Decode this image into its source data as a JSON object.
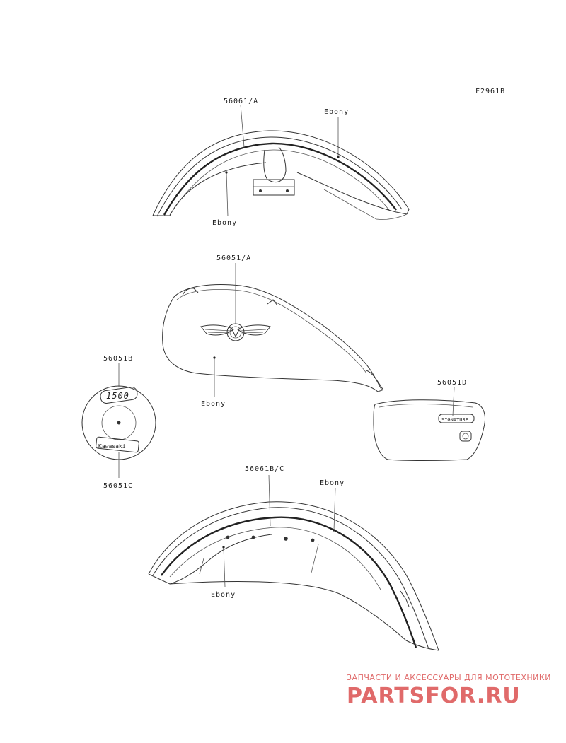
{
  "figure_code": "F2961B",
  "labels": {
    "front_fender_part": "56061/A",
    "front_fender_color_top": "Ebony",
    "front_fender_color_bottom": "Ebony",
    "tank_part": "56051/A",
    "tank_color": "Ebony",
    "emblem_part_top": "56051B",
    "emblem_part_bottom": "56051C",
    "side_cover_part": "56051D",
    "rear_fender_part": "56061B/C",
    "rear_fender_color_top": "Ebony",
    "rear_fender_color_bottom": "Ebony"
  },
  "emblem_text": {
    "top": "1500",
    "bottom": "Kawasaki"
  },
  "watermark": {
    "tagline": "ЗАПЧАСТИ И АКСЕССУАРЫ ДЛЯ МОТОТЕХНИКИ",
    "brand": "PARTSFOR.RU"
  },
  "colors": {
    "line": "#333333",
    "watermark": "#e06a6a"
  }
}
